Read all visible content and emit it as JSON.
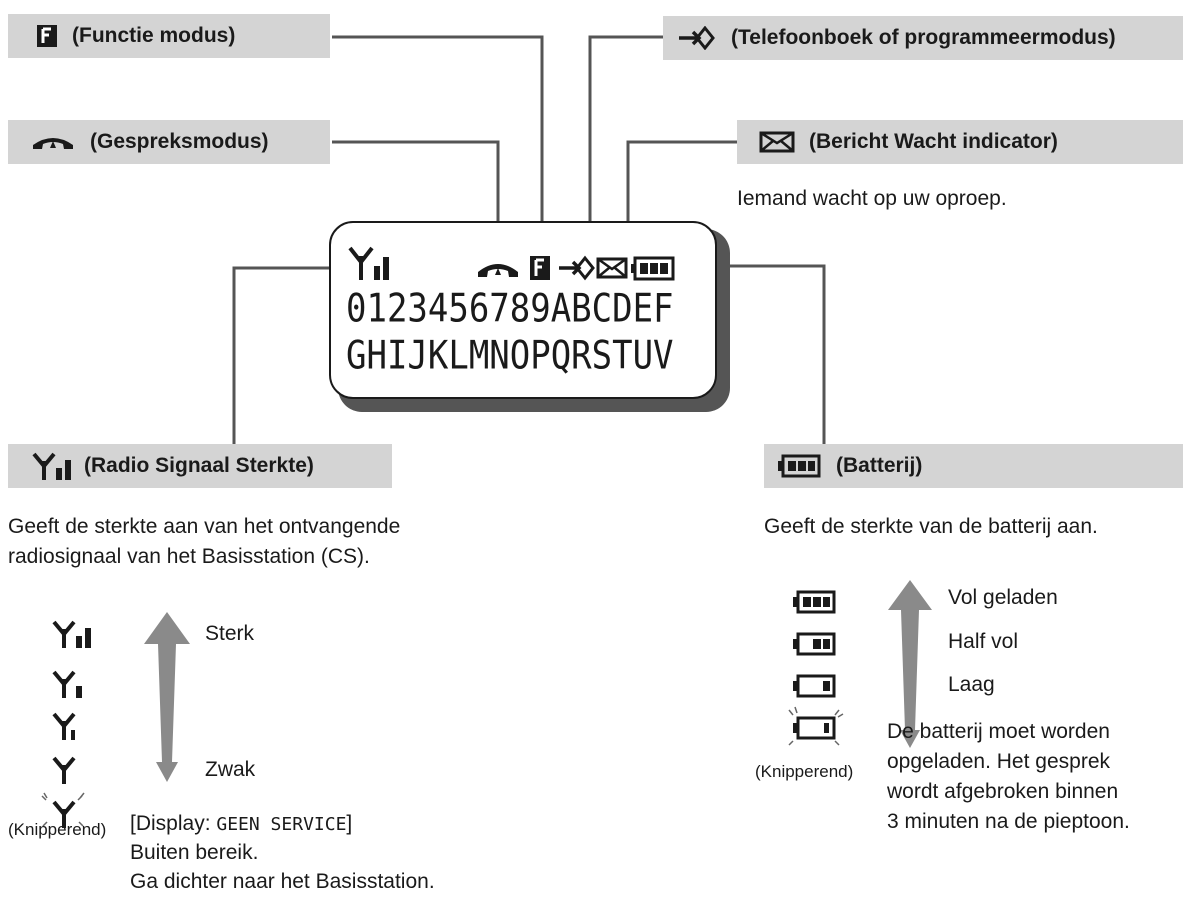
{
  "labels": {
    "functie": "(Functie modus)",
    "telefoonboek": "(Telefoonboek of programmeermodus)",
    "gesprek": "(Gespreksmodus)",
    "bericht": "(Bericht Wacht indicator)",
    "radio": "(Radio Signaal Sterkte)",
    "batterij": "(Batterij)"
  },
  "icons": {
    "functie": "f-box-icon",
    "telefoonboek": "arrow-diamond-icon",
    "gesprek": "handset-icon",
    "bericht": "envelope-icon",
    "radio": "antenna-signal-icon",
    "batterij": "battery-icon"
  },
  "descriptions": {
    "bericht": "Iemand wacht op uw oproep.",
    "radio_line1": "Geeft de sterkte aan van het ontvangende",
    "radio_line2": "radiosignaal van het Basisstation (CS).",
    "batterij": "Geeft de sterkte van de batterij aan."
  },
  "lcd": {
    "row1": "0123456789ABCDEF",
    "row2": "GHIJKLMNOPQRSTUV"
  },
  "signal_legend": {
    "strong": "Sterk",
    "weak": "Zwak",
    "blinking": "(Knipperend)",
    "display_prefix": "[Display:",
    "display_code": "GEEN SERVICE",
    "display_suffix": "]",
    "out_of_range": "Buiten bereik.",
    "move_closer": "Ga dichter naar het Basisstation."
  },
  "battery_legend": {
    "full": "Vol geladen",
    "half": "Half vol",
    "low": "Laag",
    "blinking": "(Knipperend)",
    "charge_line1": "De batterij moet worden",
    "charge_line2": "opgeladen. Het gesprek",
    "charge_line3": "wordt afgebroken binnen",
    "charge_line4": "3 minuten na de pieptoon."
  },
  "colors": {
    "label_bg": "#d4d4d4",
    "arrow_gray": "#8a8a8a",
    "lines": "#555555"
  }
}
